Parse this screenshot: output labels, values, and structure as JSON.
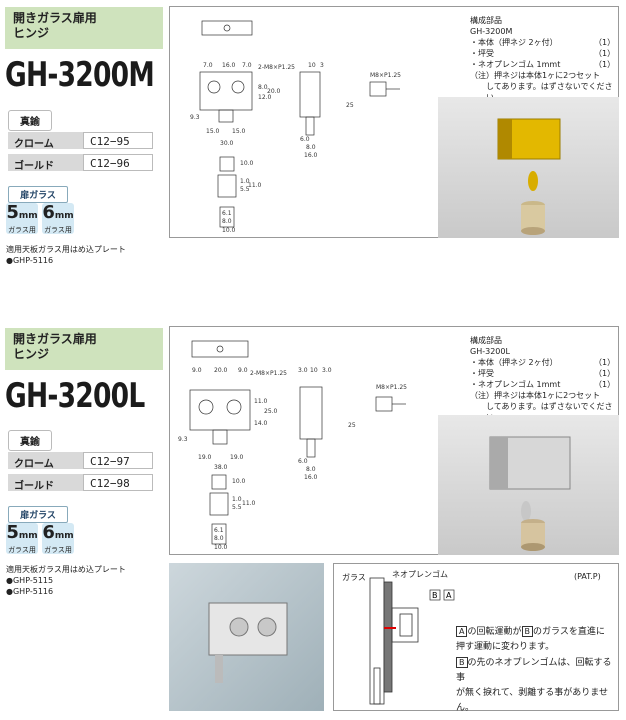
{
  "items": [
    {
      "category": "開きガラス扉用",
      "subcategory": "ヒンジ",
      "model": "GH-3200M",
      "material_label": "真鍮",
      "finishes": [
        {
          "name": "クローム",
          "code": "C12−95"
        },
        {
          "name": "ゴールド",
          "code": "C12−96"
        }
      ],
      "door_glass_label": "扉ガラス",
      "thicknesses": [
        {
          "value": "5",
          "unit": "mm",
          "caption": "ガラス用"
        },
        {
          "value": "6",
          "unit": "mm",
          "caption": "ガラス用"
        }
      ],
      "plate_note": "適用天板ガラス用はめ込プレート",
      "plates": [
        "●GHP-5116"
      ],
      "spec": {
        "heading": "構成部品",
        "model": "GH-3200M",
        "parts": [
          {
            "name": "・本体（押ネジ 2ヶ付）",
            "qty": "（1）"
          },
          {
            "name": "・坪受",
            "qty": "（1）"
          },
          {
            "name": "・ネオプレンゴム 1mmt",
            "qty": "（1）"
          }
        ],
        "note1": "（注）押ネジは本体1ヶに2つセット",
        "note2": "してあります。はずさないでください。"
      },
      "dims": {
        "top": [
          "7.0",
          "16.0",
          "7.0"
        ],
        "thread": "2-M8×P1.25",
        "thread2": "M8×P1.25",
        "side": [
          "10",
          "3"
        ],
        "heights": [
          "8.0",
          "12.0",
          "20.0",
          "9.3"
        ],
        "bottom": [
          "15.0",
          "15.0",
          "30.0"
        ],
        "right_bottom": [
          "6.0",
          "8.0",
          "16.0"
        ],
        "post": [
          "10.0",
          "1.0",
          "5.5",
          "11.0"
        ],
        "post_b": [
          "6.1",
          "8.0",
          "10.0"
        ],
        "ring": "25"
      }
    },
    {
      "category": "開きガラス扉用",
      "subcategory": "ヒンジ",
      "model": "GH-3200L",
      "material_label": "真鍮",
      "finishes": [
        {
          "name": "クローム",
          "code": "C12−97"
        },
        {
          "name": "ゴールド",
          "code": "C12−98"
        }
      ],
      "door_glass_label": "扉ガラス",
      "thicknesses": [
        {
          "value": "5",
          "unit": "mm",
          "caption": "ガラス用"
        },
        {
          "value": "6",
          "unit": "mm",
          "caption": "ガラス用"
        }
      ],
      "plate_note": "適用天板ガラス用はめ込プレート",
      "plates": [
        "●GHP-5115",
        "●GHP-5116"
      ],
      "spec": {
        "heading": "構成部品",
        "model": "GH-3200L",
        "parts": [
          {
            "name": "・本体（押ネジ 2ヶ付）",
            "qty": "（1）"
          },
          {
            "name": "・坪受",
            "qty": "（1）"
          },
          {
            "name": "・ネオプレンゴム 1mmt",
            "qty": "（1）"
          }
        ],
        "note1": "（注）押ネジは本体1ヶに2つセット",
        "note2": "してあります。はずさないでください。"
      },
      "dims": {
        "top": [
          "9.0",
          "20.0",
          "9.0"
        ],
        "thread": "2-M8×P1.25",
        "thread2": "M8×P1.25",
        "side": [
          "3.0",
          "10",
          "3.0"
        ],
        "heights": [
          "14.0",
          "11.0",
          "25.0",
          "9.3"
        ],
        "bottom": [
          "19.0",
          "19.0",
          "38.0"
        ],
        "right_bottom": [
          "6.0",
          "8.0",
          "16.0"
        ],
        "post": [
          "10.0",
          "1.0",
          "5.5",
          "11.0"
        ],
        "post_b": [
          "6.1",
          "8.0",
          "10.0"
        ],
        "ring": "25"
      }
    }
  ],
  "mechanism": {
    "glass_label": "ガラス",
    "rubber_label": "ネオプレンゴム",
    "patent": "(PAT.P)",
    "a_label": "A",
    "b_label": "B",
    "line1_pre": "の回転運動が",
    "line1_post": "のガラスを直進に",
    "line2": "押す運動に変わります。",
    "line3": "の先のネオプレンゴムは、回転する事",
    "line4": "が無く捩れて、剥離する事がありません。"
  }
}
